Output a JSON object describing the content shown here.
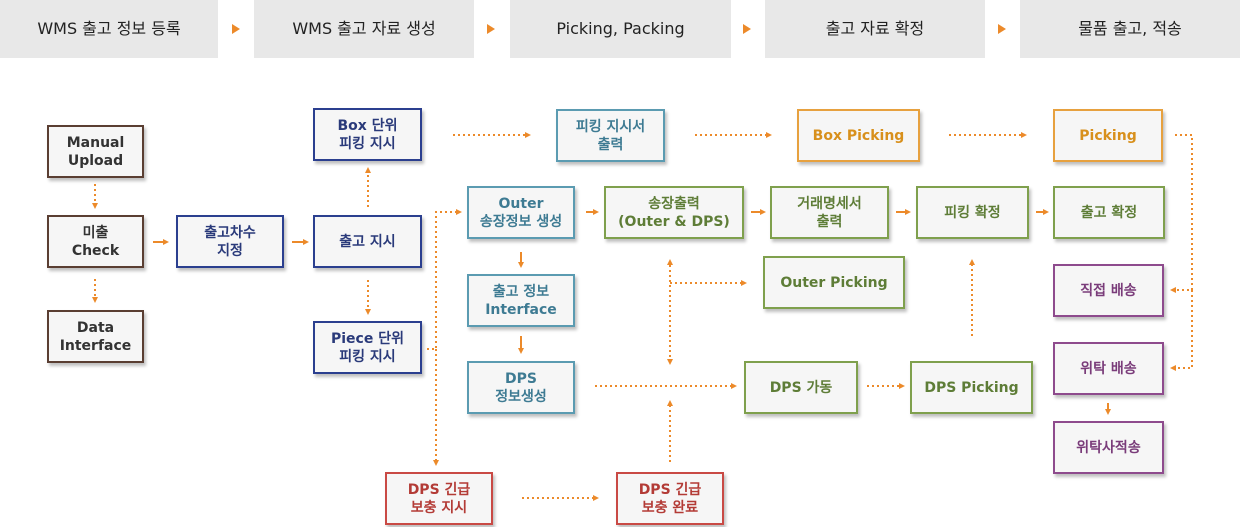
{
  "stages": [
    {
      "id": "s1",
      "label": "WMS 출고 정보 등록"
    },
    {
      "id": "s2",
      "label": "WMS 출고 자료 생성"
    },
    {
      "id": "s3",
      "label": "Picking, Packing"
    },
    {
      "id": "s4",
      "label": "출고 자료 확정"
    },
    {
      "id": "s5",
      "label": "물품 출고, 적송"
    }
  ],
  "nodes": {
    "manual_upload": {
      "label": "Manual\nUpload",
      "color": "brown"
    },
    "unshipped_check": {
      "label": "미출\nCheck",
      "color": "brown"
    },
    "data_interface": {
      "label": "Data\nInterface",
      "color": "brown"
    },
    "shipping_batch": {
      "label": "출고차수\n지정",
      "color": "navy"
    },
    "shipping_order": {
      "label": "출고 지시",
      "color": "navy"
    },
    "box_picking_order": {
      "label": "Box 단위\n피킹 지시",
      "color": "navy"
    },
    "piece_picking_order": {
      "label": "Piece 단위\n피킹 지시",
      "color": "navy"
    },
    "outer_invoice_gen": {
      "label": "Outer\n송장정보 생성",
      "color": "teal"
    },
    "shipping_info_if": {
      "label": "출고 정보\nInterface",
      "color": "teal"
    },
    "dps_info_gen": {
      "label": "DPS\n정보생성",
      "color": "teal"
    },
    "picking_sheet_print": {
      "label": "피킹 지시서\n출력",
      "color": "teal"
    },
    "box_picking": {
      "label": "Box Picking",
      "color": "orange"
    },
    "picking": {
      "label": "Picking",
      "color": "orange"
    },
    "invoice_print": {
      "label": "송장출력\n(Outer & DPS)",
      "color": "green"
    },
    "statement_print": {
      "label": "거래명세서\n출력",
      "color": "green"
    },
    "picking_confirm": {
      "label": "피킹 확정",
      "color": "green"
    },
    "shipping_confirm": {
      "label": "출고 확정",
      "color": "green"
    },
    "outer_picking": {
      "label": "Outer Picking",
      "color": "green"
    },
    "dps_run": {
      "label": "DPS 가동",
      "color": "green"
    },
    "dps_picking": {
      "label": "DPS Picking",
      "color": "green"
    },
    "direct_delivery": {
      "label": "직접 배송",
      "color": "purple"
    },
    "consigned_delivery": {
      "label": "위탁 배송",
      "color": "purple"
    },
    "consigned_shipping": {
      "label": "위탁사적송",
      "color": "purple"
    },
    "dps_urgent_order": {
      "label": "DPS 긴급\n보충 지시",
      "color": "red"
    },
    "dps_urgent_done": {
      "label": "DPS 긴급\n보충 완료",
      "color": "red"
    }
  },
  "colors": {
    "stage_bg": "#e8e8e8",
    "arrow": "#ec8a2a",
    "brown": "#5a3e32",
    "navy": "#2b3f8f",
    "teal": "#5b9bb1",
    "orange": "#e7a13f",
    "green": "#7fa04d",
    "purple": "#8e4b8d",
    "red": "#c94a45"
  }
}
